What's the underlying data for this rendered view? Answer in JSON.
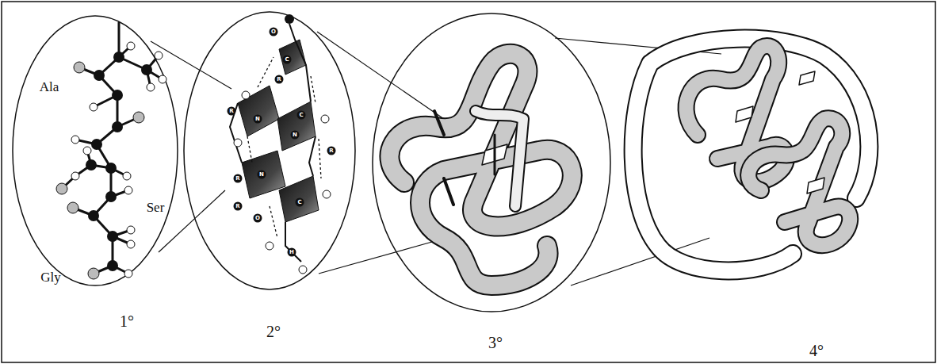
{
  "diagram": {
    "labels": [
      "Ala",
      "Ser",
      "Gly",
      "O",
      "C",
      "N",
      "R",
      "N",
      "C",
      "R",
      "R",
      "N",
      "C",
      "O",
      "R",
      "H",
      "R",
      "1°",
      "2°",
      "3°",
      "4°"
    ]
  }
}
